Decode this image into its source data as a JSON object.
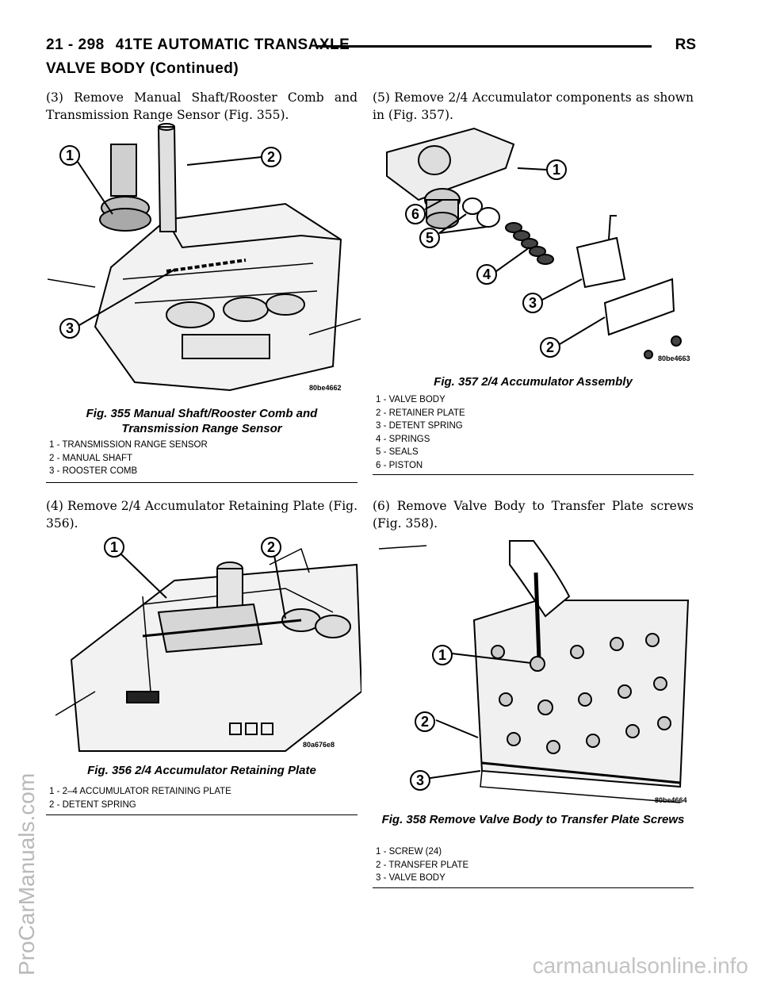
{
  "header": {
    "page_number": "21 - 298",
    "title": "41TE AUTOMATIC TRANSAXLE",
    "code": "RS"
  },
  "section_title": "VALVE BODY (Continued)",
  "watermarks": {
    "left": "ProCarManuals.com",
    "bottom": "carmanualsonline.info"
  },
  "steps": {
    "step3": "(3) Remove Manual Shaft/Rooster Comb and Transmission Range Sensor (Fig. 355).",
    "step4": "(4) Remove 2/4 Accumulator Retaining Plate (Fig. 356).",
    "step5": "(5) Remove 2/4 Accumulator components as shown in (Fig. 357).",
    "step6": "(6) Remove Valve Body to Transfer Plate screws (Fig. 358)."
  },
  "figures": {
    "fig355": {
      "caption": "Fig. 355 Manual Shaft/Rooster Comb and Transmission Range Sensor",
      "code": "80be4662",
      "callouts": [
        "1",
        "2",
        "3"
      ],
      "legend": [
        "1 - TRANSMISSION RANGE SENSOR",
        "2 - MANUAL SHAFT",
        "3 - ROOSTER COMB"
      ]
    },
    "fig356": {
      "caption": "Fig. 356 2/4 Accumulator Retaining Plate",
      "code": "80a676e8",
      "callouts": [
        "1",
        "2"
      ],
      "legend": [
        "1 - 2–4 ACCUMULATOR RETAINING PLATE",
        "2 - DETENT SPRING"
      ]
    },
    "fig357": {
      "caption": "Fig. 357 2/4 Accumulator Assembly",
      "code": "80be4663",
      "callouts": [
        "1",
        "6",
        "5",
        "4",
        "3",
        "2"
      ],
      "legend": [
        "1 - VALVE BODY",
        "2 - RETAINER PLATE",
        "3 - DETENT SPRING",
        "4 - SPRINGS",
        "5 - SEALS",
        "6 - PISTON"
      ]
    },
    "fig358": {
      "caption": "Fig. 358 Remove Valve Body to Transfer Plate Screws",
      "code": "80be4664",
      "callouts": [
        "1",
        "2",
        "3"
      ],
      "legend": [
        "1 - SCREW (24)",
        "2 - TRANSFER PLATE",
        "3 - VALVE BODY"
      ]
    }
  }
}
